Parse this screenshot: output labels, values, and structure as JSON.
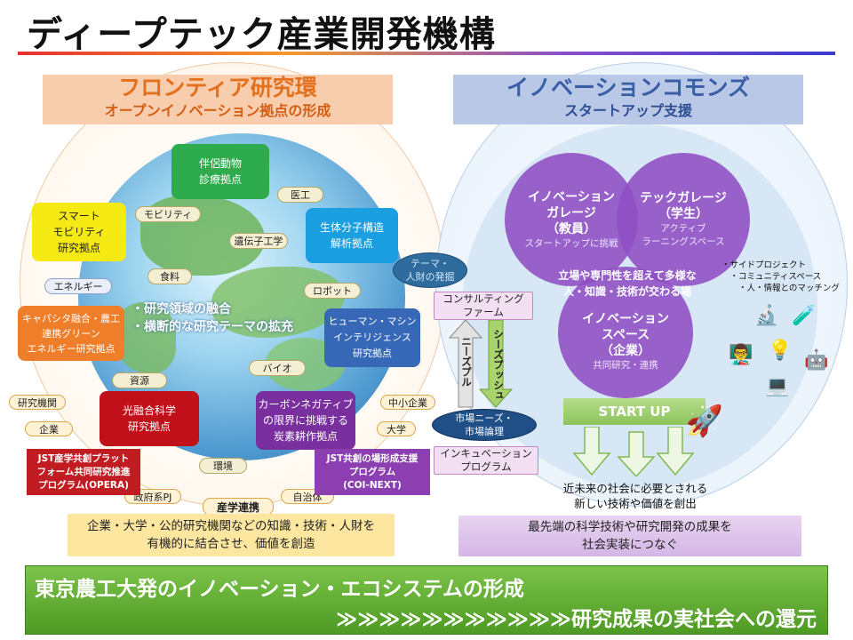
{
  "title": "ディープテック産業開発機構",
  "left": {
    "header_line1": "フロンティア研究環",
    "header_line2": "オープンイノベーション拠点の形成",
    "hubs": {
      "pet": "伴侶動物\n診療拠点",
      "smart": "スマート\nモビリティ\n研究拠点",
      "bio": "生体分子構造\n解析拠点",
      "capacity": "キャパシタ融合・農工\n連携グリーン\nエネルギー研究拠点",
      "human": "ヒューマン・マシン\nインテリジェンス\n研究拠点",
      "photon": "光融合科学\n研究拠点",
      "carbon": "カーボンネガティブ\nの限界に挑戦する\n炭素耕作拠点"
    },
    "tags": {
      "medical": "医工",
      "mobility": "モビリティ",
      "gene": "遺伝子工学",
      "food": "食料",
      "robot": "ロボット",
      "energy": "エネルギー",
      "bio": "バイオ",
      "resource": "資源",
      "env": "環境"
    },
    "center_line1": "・研究領域の融合",
    "center_line2": "・横断的な研究テーマの拡充",
    "partners": {
      "institute": "研究機関",
      "company": "企業",
      "sme": "中小企業",
      "univ": "大学",
      "gov": "政府系PJ",
      "local": "自治体",
      "industry": "産学連携"
    },
    "opera": "JST産学共創プラット\nフォーム共同研究推進\nプログラム(OPERA)",
    "coinext": "JST共創の場形成支援\nプログラム\n(COI-NEXT)",
    "bottom": "企業・大学・公的研究機関などの知識・技術・人財を\n有機的に結合させ、価値を創造"
  },
  "middle": {
    "theme": "テーマ・\n人財の発掘",
    "consulting": "コンサルティング\nファーム",
    "needs_pull": "ニーズプル",
    "seeds_push": "シーズプッシュ",
    "market": "市場ニーズ・\n市場論理",
    "incubation": "インキュベーション\nプログラム"
  },
  "right": {
    "header_line1": "イノベーションコモンズ",
    "header_line2": "スタートアップ支援",
    "garage_title": "イノベーション\nガレージ\n（教員）",
    "garage_sub": "スタートアップに挑戦",
    "tech_title": "テックガレージ\n（学生）",
    "tech_sub": "アクティブ\nラーニングスペース",
    "space_title": "イノベーション\nスペース\n（企業）",
    "space_sub": "共同研究・連携",
    "overlap": "立場や専門性を超えて多様な\n人・知識・技術が交わる場",
    "side_note": "・サイドプロジェクト\n　・コミュニティスペース\n　　・人・情報とのマッチング",
    "startup": "START UP",
    "future": "近未来の社会に必要とされる\n新しい技術や価値を創出",
    "bottom": "最先端の科学技術や研究開発の成果を\n社会実装につなぐ"
  },
  "footer": {
    "line1": "東京農工大発のイノベーション・エコシステムの形成",
    "line2": "≫≫≫≫≫≫≫≫≫≫≫研究成果の実社会への還元"
  },
  "colors": {
    "green_hub": "#2eab4c",
    "yellow_hub": "#f5ea14",
    "cyan_hub": "#1a9fe0",
    "orange_hub": "#ef7e2a",
    "navy_hub": "#3768b8",
    "red_hub": "#c0101a",
    "purple_hub": "#7a2f9e",
    "venn": "#8e4fc4",
    "footer_green": "#5fae2e"
  }
}
